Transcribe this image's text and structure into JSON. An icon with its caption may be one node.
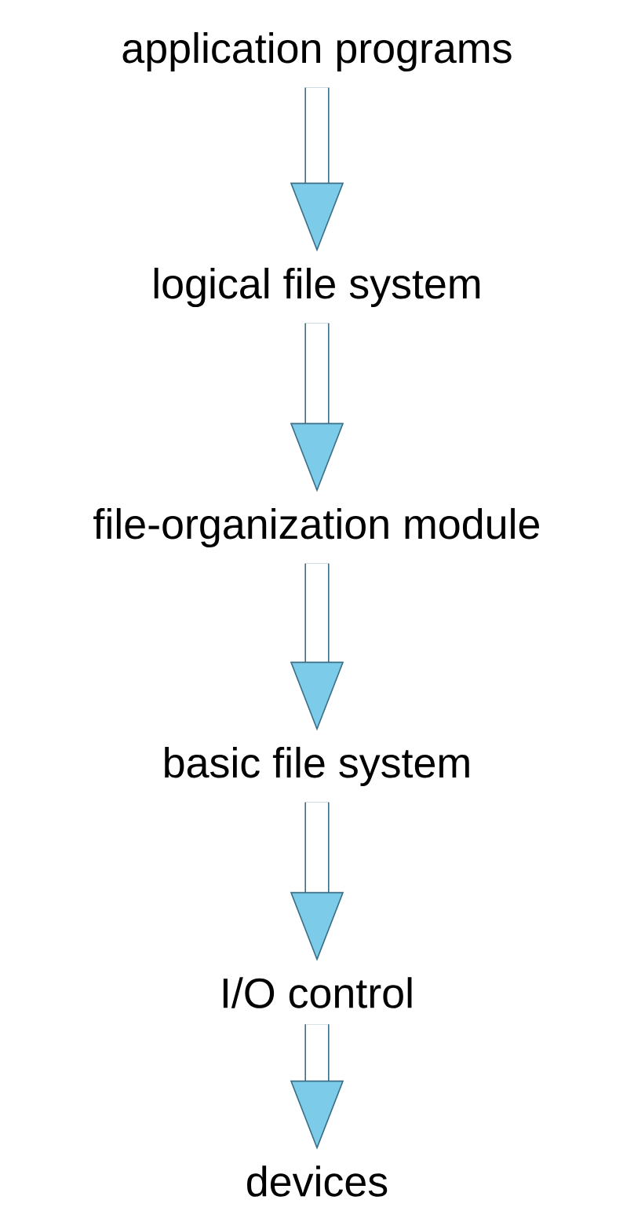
{
  "diagram": {
    "nodes": [
      {
        "text": [
          "application programs"
        ]
      },
      {
        "text": [
          "logical file system"
        ]
      },
      {
        "text": [
          "file-organization module"
        ]
      },
      {
        "text": [
          "basic file system"
        ]
      },
      {
        "text": [
          "I/O control"
        ]
      },
      {
        "text": [
          "devices"
        ]
      }
    ],
    "edges": [
      {
        "from": 0,
        "to": 1,
        "arrow": "to"
      },
      {
        "from": 1,
        "to": 2,
        "arrow": "to"
      },
      {
        "from": 2,
        "to": 3,
        "arrow": "to"
      },
      {
        "from": 3,
        "to": 4,
        "arrow": "to"
      },
      {
        "from": 4,
        "to": 5,
        "arrow": "to"
      }
    ]
  }
}
